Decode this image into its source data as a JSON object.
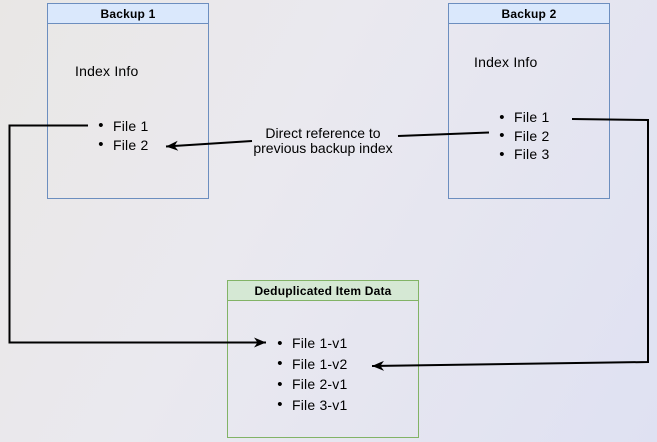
{
  "diagram": {
    "boxes": {
      "backup1": {
        "title": "Backup 1",
        "subtitle": "Index Info",
        "items": [
          "File 1",
          "File 2"
        ]
      },
      "backup2": {
        "title": "Backup 2",
        "subtitle": "Index Info",
        "items": [
          "File 1",
          "File 2",
          "File 3"
        ]
      },
      "dedup": {
        "title": "Deduplicated Item Data",
        "items": [
          "File 1-v1",
          "File 1-v2",
          "File 2-v1",
          "File 3-v1"
        ]
      }
    },
    "annotation": {
      "line1": "Direct reference to",
      "line2": "previous backup index"
    },
    "connections": [
      {
        "from": "Backup 1 / File 1",
        "to": "Deduplicated Item Data / File 1-v1"
      },
      {
        "from": "Backup 2 / File 1",
        "to": "Deduplicated Item Data / File 1-v2"
      },
      {
        "from": "Backup 2 / File 2",
        "to": "Backup 1 / File 2",
        "label": "Direct reference to previous backup index"
      }
    ],
    "colors": {
      "blue_fill": "#dae8fc",
      "blue_stroke": "#6c8ebf",
      "green_fill": "#d5e8d4",
      "green_stroke": "#82b366",
      "arrow": "#000000",
      "bg_top_left": "#e9e7e5",
      "bg_bottom_right": "#dfe1f2"
    }
  }
}
